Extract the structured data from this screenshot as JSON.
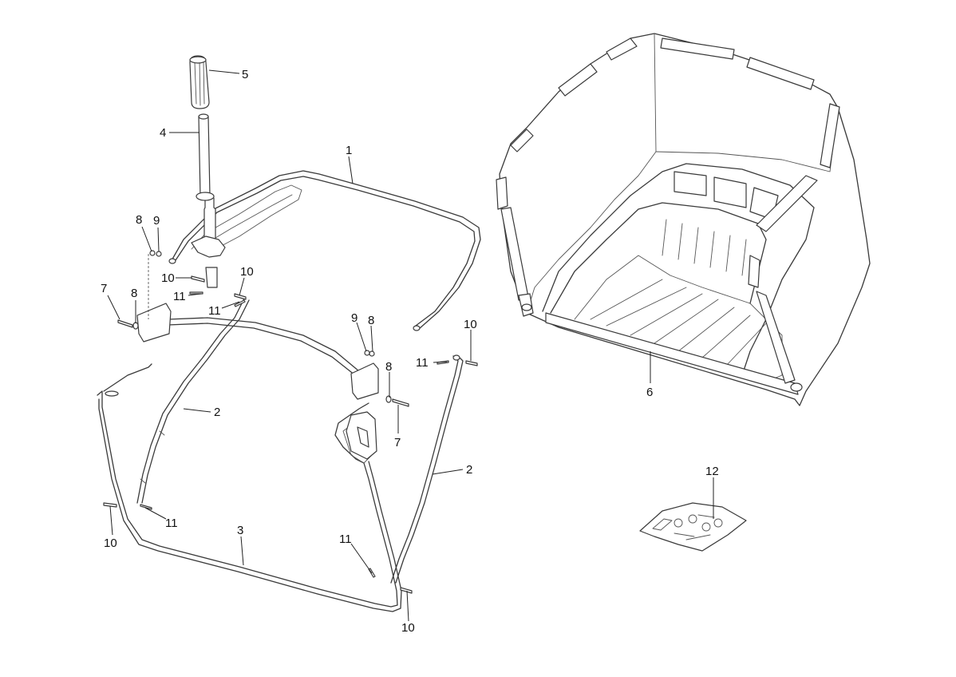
{
  "callouts": [
    {
      "id": "c1",
      "text": "1"
    },
    {
      "id": "c2a",
      "text": "2"
    },
    {
      "id": "c2b",
      "text": "2"
    },
    {
      "id": "c3",
      "text": "3"
    },
    {
      "id": "c4",
      "text": "4"
    },
    {
      "id": "c5",
      "text": "5"
    },
    {
      "id": "c6",
      "text": "6"
    },
    {
      "id": "c7a",
      "text": "7"
    },
    {
      "id": "c7b",
      "text": "7"
    },
    {
      "id": "c8a",
      "text": "8"
    },
    {
      "id": "c8b",
      "text": "8"
    },
    {
      "id": "c8c",
      "text": "8"
    },
    {
      "id": "c8d",
      "text": "8"
    },
    {
      "id": "c9a",
      "text": "9"
    },
    {
      "id": "c9b",
      "text": "9"
    },
    {
      "id": "c10a",
      "text": "10"
    },
    {
      "id": "c10b",
      "text": "10"
    },
    {
      "id": "c10c",
      "text": "10"
    },
    {
      "id": "c10d",
      "text": "10"
    },
    {
      "id": "c10e",
      "text": "10"
    },
    {
      "id": "c11a",
      "text": "11"
    },
    {
      "id": "c11b",
      "text": "11"
    },
    {
      "id": "c11c",
      "text": "11"
    },
    {
      "id": "c11d",
      "text": "11"
    },
    {
      "id": "c11e",
      "text": "11"
    },
    {
      "id": "c12",
      "text": "12"
    }
  ]
}
